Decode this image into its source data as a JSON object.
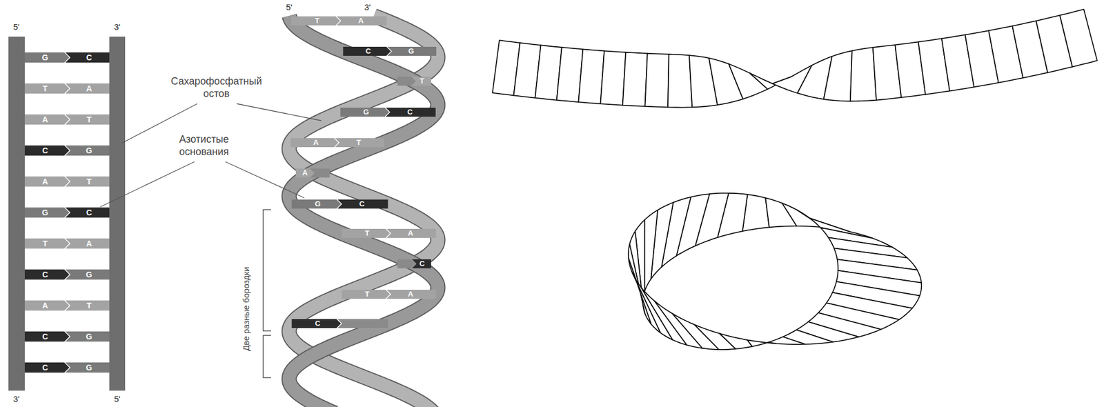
{
  "diagram": {
    "labels": [
      "5'",
      "3'",
      "G",
      "C",
      "T",
      "A",
      "A",
      "T",
      "C",
      "G",
      "A",
      "T",
      "G",
      "C",
      "T",
      "A",
      "C",
      "G",
      "A",
      "T",
      "C",
      "G",
      "C",
      "G",
      "3'",
      "5'",
      "5'",
      "3'",
      "Сахарофосфатный остов",
      "Азотистые основания",
      "T",
      "A",
      "C",
      "G",
      "T",
      "G",
      "C",
      "A",
      "T",
      "A",
      "G",
      "C",
      "T",
      "A",
      "C",
      "T",
      "A",
      "C",
      "Две разные бороздки"
    ]
  }
}
